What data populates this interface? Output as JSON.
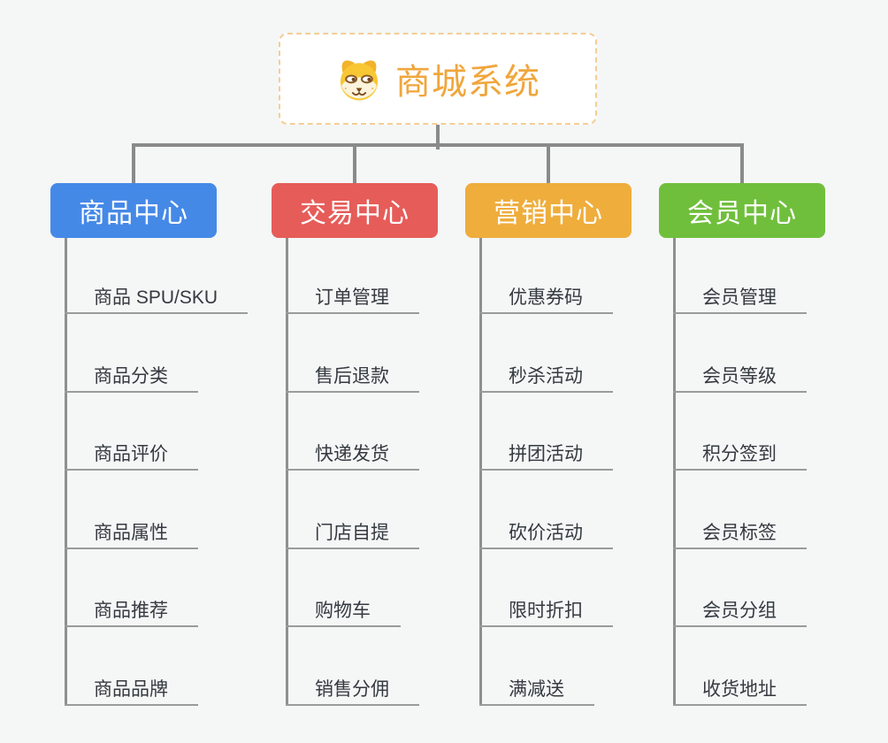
{
  "root": {
    "title": "商城系统",
    "title_color": "#F0A63C",
    "icon": "dog-face-icon",
    "background": "#FFFFFF",
    "border_color": "#F3CE96"
  },
  "connector_color": "#8A8A8A",
  "background_color": "#F5F6F6",
  "branches": [
    {
      "label": "商品中心",
      "color": "#4589E7",
      "items": [
        "商品 SPU/SKU",
        "商品分类",
        "商品评价",
        "商品属性",
        "商品推荐",
        "商品品牌"
      ]
    },
    {
      "label": "交易中心",
      "color": "#E65C59",
      "items": [
        "订单管理",
        "售后退款",
        "快递发货",
        "门店自提",
        "购物车",
        "销售分佣"
      ]
    },
    {
      "label": "营销中心",
      "color": "#EFAD3C",
      "items": [
        "优惠券码",
        "秒杀活动",
        "拼团活动",
        "砍价活动",
        "限时折扣",
        "满减送"
      ]
    },
    {
      "label": "会员中心",
      "color": "#70BF3C",
      "items": [
        "会员管理",
        "会员等级",
        "积分签到",
        "会员标签",
        "会员分组",
        "收货地址"
      ]
    }
  ]
}
